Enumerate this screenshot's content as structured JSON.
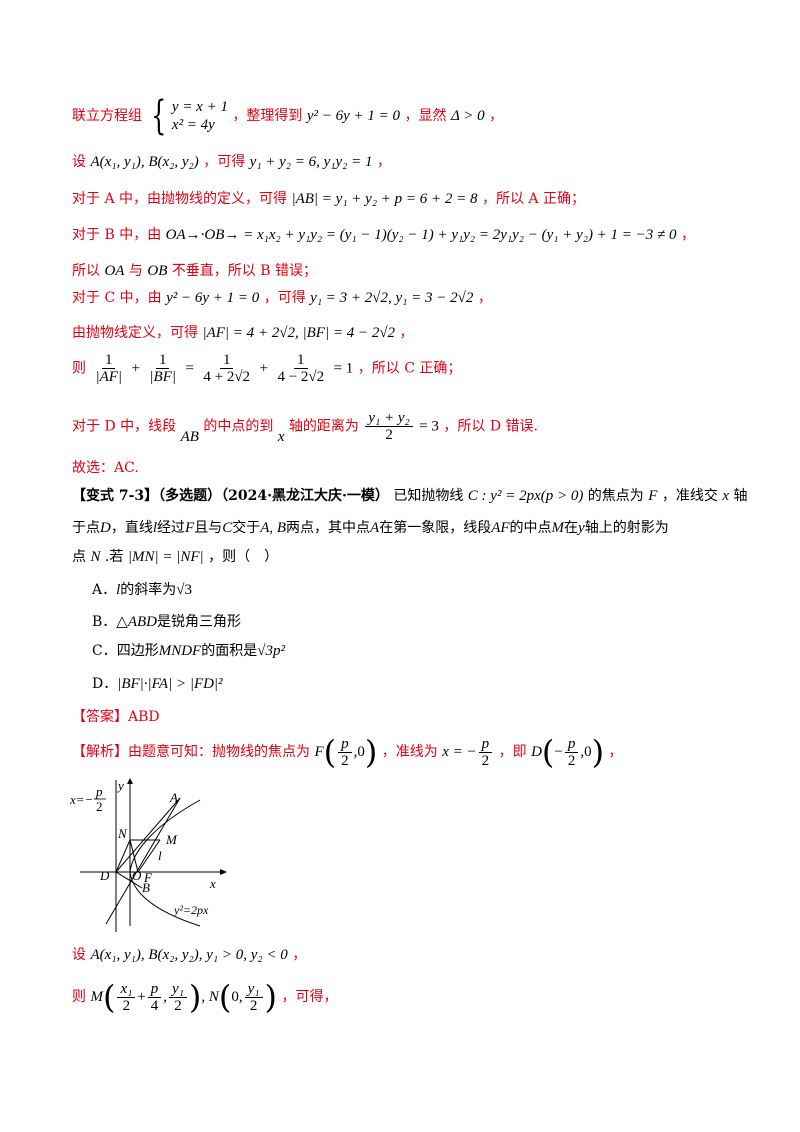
{
  "lines": {
    "l1_a": "联立方程组",
    "l1_e1": "y = x + 1",
    "l1_e2": "x² = 4y",
    "l1_b": "，整理得到",
    "l1_m": "y² − 6y + 1 = 0",
    "l1_c": "，显然",
    "l1_m2": "Δ > 0",
    "l1_d": "，",
    "l2_a": "设",
    "l2_m": "A(x₁, y₁), B(x₂, y₂)",
    "l2_b": "，可得",
    "l2_m2": "y₁ + y₂ = 6, y₁y₂ = 1",
    "l2_c": "，",
    "l3_a": "对于 A 中，由抛物线的定义，可得",
    "l3_m": "|AB| = y₁ + y₂ + p = 6 + 2 = 8",
    "l3_b": "，所以 A 正确；",
    "l4_a": "对于 B 中，由",
    "l4_m": "OA→·OB→ = x₁x₂ + y₁y₂ = (y₁ − 1)(y₂ − 1) + y₁y₂  = 2y₁y₂ − (y₁ + y₂) + 1 = −3 ≠ 0",
    "l4_b": "，",
    "l5_a": "所以",
    "l5_m1": "OA",
    "l5_b": "与",
    "l5_m2": "OB",
    "l5_c": "不垂直，所以 B 错误；",
    "l6_a": "对于 C 中，由",
    "l6_m": "y² − 6y + 1 = 0",
    "l6_b": "，可得",
    "l6_m2": "y₁ = 3 + 2√2, y₁ = 3 − 2√2",
    "l6_c": "，",
    "l7_a": "由抛物线定义，可得",
    "l7_m": "|AF| = 4 + 2√2, |BF| = 4 − 2√2",
    "l7_b": "，",
    "l8_a": "则",
    "l8_f1n": "1",
    "l8_f1d": "|AF|",
    "l8_plus": "+",
    "l8_f2n": "1",
    "l8_f2d": "|BF|",
    "l8_eq": "=",
    "l8_f3n": "1",
    "l8_f3d": "4 + 2√2",
    "l8_plus2": "+",
    "l8_f4n": "1",
    "l8_f4d": "4 − 2√2",
    "l8_eq2": "= 1",
    "l8_b": "，所以 C 正确；",
    "l9_a": "对于 D 中，线段",
    "l9_m": "AB",
    "l9_b": "的中点的到",
    "l9_m2": "x",
    "l9_c": "轴的距离为",
    "l9_fn": "y₁ + y₂",
    "l9_fd": "2",
    "l9_eq": "= 3",
    "l9_d": "，所以 D 错误.",
    "l10": "故选：AC.",
    "q_tag": "【变式 7-3】（多选题）（2024·黑龙江大庆·一模）",
    "q_a": "已知抛物线",
    "q_m1": "C : y² = 2px(p > 0)",
    "q_b": "的焦点为",
    "q_m2": "F",
    "q_c": "，准线交",
    "q_m3": "x",
    "q_d": "轴",
    "q2_a": "于点",
    "q2_m1": "D",
    "q2_b": "，直线",
    "q2_m2": "l",
    "q2_c": "经过",
    "q2_m3": "F",
    "q2_d": "且与",
    "q2_m4": "C",
    "q2_e": "交于",
    "q2_m5": "A, B",
    "q2_f": "两点，其中点",
    "q2_m6": "A",
    "q2_g": "在第一象限，线段",
    "q2_m7": "AF",
    "q2_h": "的中点",
    "q2_m8": "M",
    "q2_i": "在",
    "q2_m9": "y",
    "q2_j": "轴上的射影为",
    "q3_a": "点",
    "q3_m1": "N",
    "q3_b": ".若",
    "q3_m2": "|MN| = |NF|",
    "q3_c": "，则（　）",
    "optA_a": "A．",
    "optA_m": "l",
    "optA_b": "的斜率为",
    "optA_m2": "√3",
    "optB_a": "B．",
    "optB_m": "△ABD",
    "optB_b": "是锐角三角形",
    "optC_a": "C．四边形",
    "optC_m": "MNDF",
    "optC_b": "的面积是",
    "optC_m2": "√3p²",
    "optD_a": "D．",
    "optD_m": "|BF|·|FA| > |FD|²",
    "ans": "【答案】ABD",
    "sol_a": "【解析】由题意可知：抛物线的焦点为",
    "sol_m1a": "F",
    "sol_f1n": "p",
    "sol_f1d": "2",
    "sol_m1b": ",0",
    "sol_b": "，准线为",
    "sol_m2a": "x = −",
    "sol_f2n": "p",
    "sol_f2d": "2",
    "sol_c": "，即",
    "sol_m3a": "D",
    "sol_m3b": "−",
    "sol_f3n": "p",
    "sol_f3d": "2",
    "sol_m3c": ",0",
    "sol_d": "，",
    "fig": {
      "directrix_a": "x=−",
      "directrix_n": "p",
      "directrix_d": "2",
      "y": "y",
      "x": "x",
      "A": "A",
      "N": "N",
      "M": "M",
      "l": "l",
      "D": "D",
      "O": "O",
      "F": "F",
      "B": "B",
      "curve": "y²=2px"
    },
    "s2_a": "设",
    "s2_m": "A(x₁, y₁), B(x₂, y₂), y₁ > 0, y₂ < 0",
    "s2_b": "，",
    "s3_a": "则",
    "s3_m1": "M",
    "s3_f1n": "x₁",
    "s3_f1d": "2",
    "s3_plus": "+",
    "s3_f2n": "p",
    "s3_f2d": "4",
    "s3_comma": ",",
    "s3_f3n": "y₁",
    "s3_f3d": "2",
    "s3_m2": ", N",
    "s3_m3": "0,",
    "s3_f4n": "y₁",
    "s3_f4d": "2",
    "s3_b": "，可得，"
  }
}
